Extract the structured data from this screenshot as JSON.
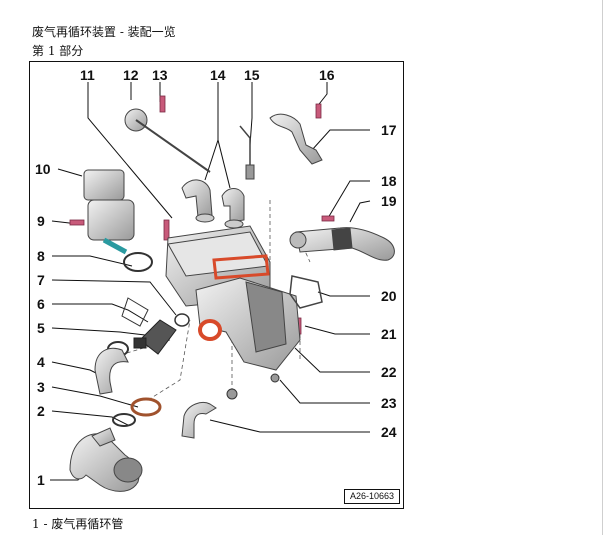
{
  "document": {
    "title": "废气再循环装置 - 装配一览",
    "subtitle": "第 1 部分",
    "figure_ref": "A26-10663",
    "caption": "1 -  废气再循环管"
  },
  "callouts": [
    "1",
    "2",
    "3",
    "4",
    "5",
    "6",
    "7",
    "8",
    "9",
    "10",
    "11",
    "12",
    "13",
    "14",
    "15",
    "16",
    "17",
    "18",
    "19",
    "20",
    "21",
    "22",
    "23",
    "24"
  ],
  "colors": {
    "line": "#111111",
    "part_fill": "#d9d9d9",
    "part_stroke": "#444444",
    "bolt": "#c85a7a",
    "gasket": "#d84a2a"
  }
}
